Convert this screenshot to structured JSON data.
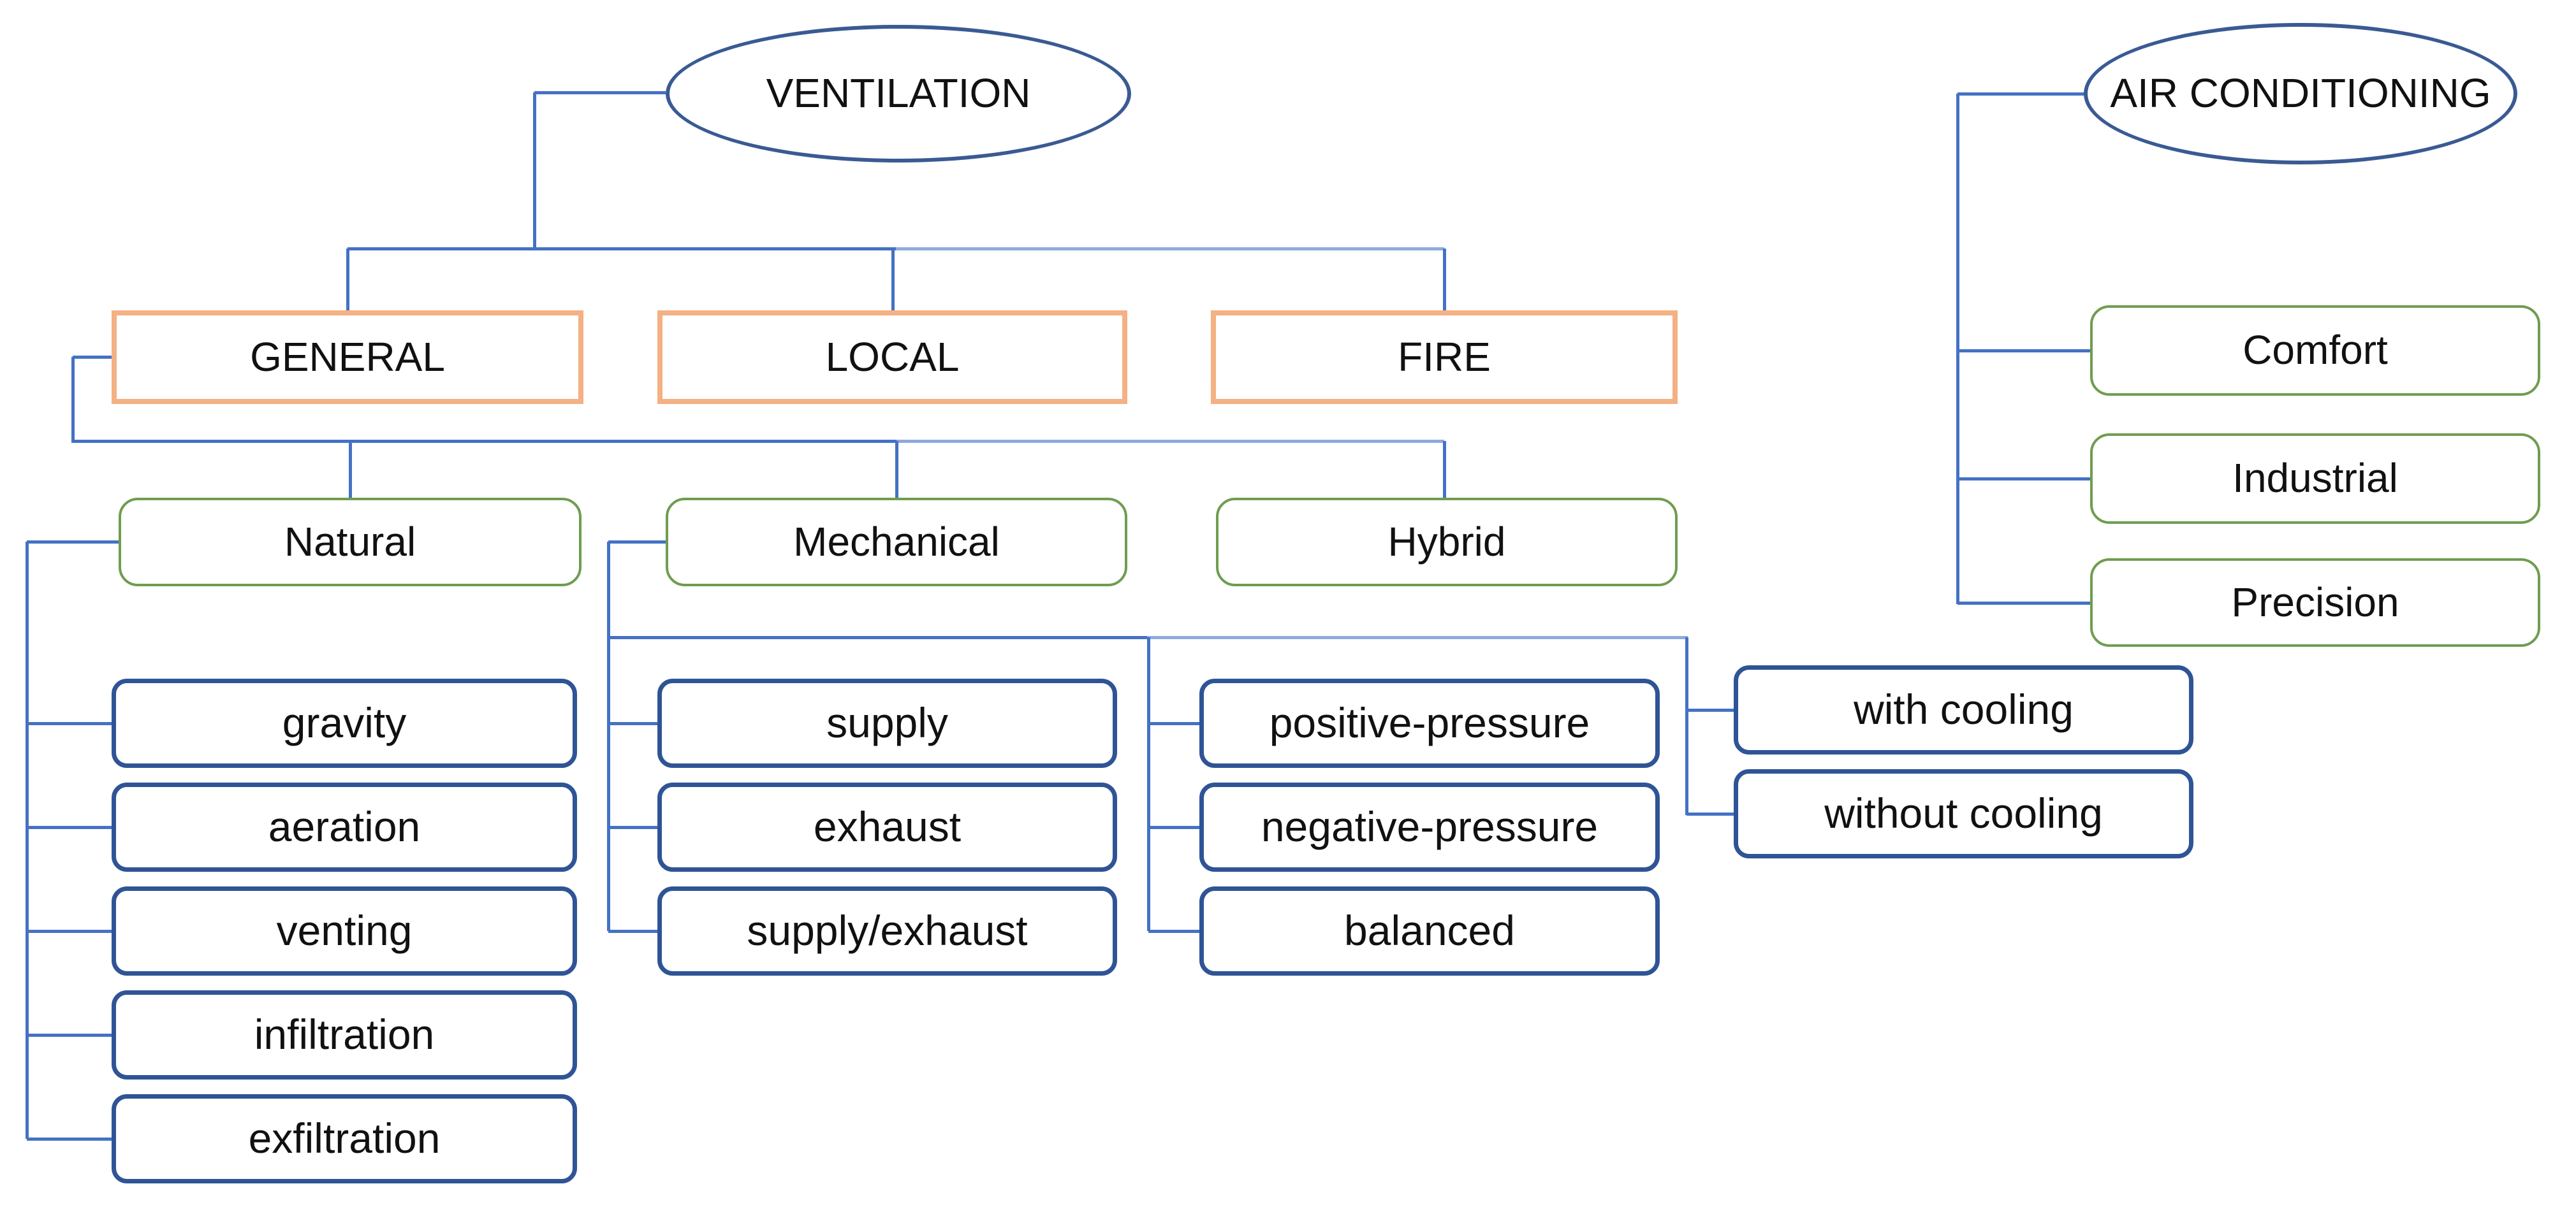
{
  "nodes": {
    "ventilation": "VENTILATION",
    "air_conditioning": "AIR CONDITIONING",
    "general": "GENERAL",
    "local": "LOCAL",
    "fire": "FIRE",
    "natural": "Natural",
    "mechanical": "Mechanical",
    "hybrid": "Hybrid",
    "comfort": "Comfort",
    "industrial": "Industrial",
    "precision": "Precision",
    "gravity": "gravity",
    "aeration": "aeration",
    "venting": "venting",
    "infiltration": "infiltration",
    "exfiltration": "exfiltration",
    "supply": "supply",
    "exhaust": "exhaust",
    "supply_exhaust": "supply/exhaust",
    "positive_pressure": "positive-pressure",
    "negative_pressure": "negative-pressure",
    "balanced": "balanced",
    "with_cooling": "with cooling",
    "without_cooling": "without cooling"
  },
  "hierarchy": [
    {
      "parent": "VENTILATION",
      "children": [
        "GENERAL",
        "LOCAL",
        "FIRE"
      ]
    },
    {
      "parent": "GENERAL",
      "children": [
        "Natural",
        "Mechanical",
        "Hybrid"
      ]
    },
    {
      "parent": "Natural",
      "children": [
        "gravity",
        "aeration",
        "venting",
        "infiltration",
        "exfiltration"
      ]
    },
    {
      "parent": "Mechanical",
      "children": [
        "supply",
        "exhaust",
        "supply/exhaust",
        "positive-pressure",
        "negative-pressure",
        "balanced",
        "with cooling",
        "without cooling"
      ]
    },
    {
      "parent": "AIR CONDITIONING",
      "children": [
        "Comfort",
        "Industrial",
        "Precision"
      ]
    }
  ],
  "colors": {
    "background": "#FFFFFF",
    "root_border": "#3A5A93",
    "category_border": "#F4B183",
    "type_border": "#6F9D4F",
    "leaf_border": "#2F5496",
    "connector": "#4472C4",
    "connector_light": "#8FAADC",
    "text": "#111111"
  }
}
